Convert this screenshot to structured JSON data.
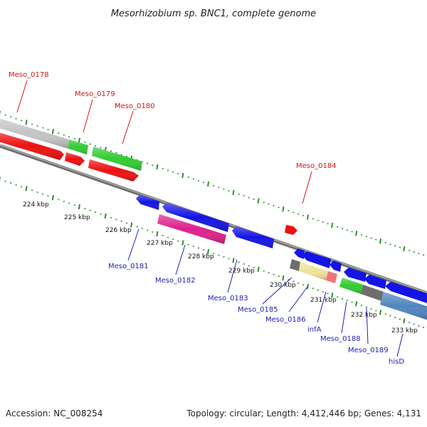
{
  "title": "Mesorhizobium sp. BNC1, complete genome",
  "footer": {
    "accession": "Accession: NC_008254",
    "topology": "Topology: circular; Length: 4,412,446 bp; Genes: 4,131"
  },
  "colors": {
    "backbone": "#808080",
    "tick_green": "#2f8f2f",
    "label_red": "#d21414",
    "label_blue": "#2020b0",
    "feature_grey": "#c4c4c4",
    "feature_green": "#33cc33",
    "feature_red": "#ee1111",
    "feature_blue": "#1414e6",
    "feature_magenta": "#e0208c",
    "feature_darkgrey": "#6e6e6e",
    "feature_yellow": "#efe29a",
    "feature_pink": "#ef7575",
    "feature_steel": "#4f86c0"
  },
  "kbp_labels": [
    "224 kbp",
    "225 kbp",
    "226 kbp",
    "227 kbp",
    "228 kbp",
    "229 kbp",
    "230 kbp",
    "231 kbp",
    "232 kbp",
    "233 kbp"
  ],
  "gene_labels_forward": [
    "Meso_0178",
    "Meso_0179",
    "Meso_0180",
    "Meso_0184"
  ],
  "gene_labels_reverse": [
    "Meso_0181",
    "Meso_0182",
    "Meso_0183",
    "Meso_0185",
    "Meso_0186",
    "infA",
    "Meso_0188",
    "Meso_0189",
    "hisD"
  ],
  "features": [
    {
      "name": "feature-grey-top",
      "color": "feature_grey"
    },
    {
      "name": "feature-green-meso-0179",
      "color": "feature_green"
    },
    {
      "name": "feature-green-meso-0180-top",
      "color": "feature_green"
    },
    {
      "name": "feature-red-meso-0178",
      "color": "feature_red"
    },
    {
      "name": "feature-red-meso-0179",
      "color": "feature_red"
    },
    {
      "name": "feature-red-meso-0180",
      "color": "feature_red"
    },
    {
      "name": "feature-red-meso-0184",
      "color": "feature_red"
    },
    {
      "name": "feature-blue-meso-0181",
      "color": "feature_blue"
    },
    {
      "name": "feature-blue-meso-0182",
      "color": "feature_blue"
    },
    {
      "name": "feature-magenta-meso-0182",
      "color": "feature_magenta"
    },
    {
      "name": "feature-blue-meso-0183",
      "color": "feature_blue"
    },
    {
      "name": "feature-blue-meso-0185",
      "color": "feature_blue"
    },
    {
      "name": "feature-blue-meso-0186",
      "color": "feature_blue"
    },
    {
      "name": "feature-blue-infa",
      "color": "feature_blue"
    },
    {
      "name": "feature-darkgrey-meso-0185",
      "color": "feature_darkgrey"
    },
    {
      "name": "feature-yellow-meso-0186",
      "color": "feature_yellow"
    },
    {
      "name": "feature-pink-infa",
      "color": "feature_pink"
    },
    {
      "name": "feature-blue-meso-0188",
      "color": "feature_blue"
    },
    {
      "name": "feature-blue-meso-0189",
      "color": "feature_blue"
    },
    {
      "name": "feature-blue-hisd",
      "color": "feature_blue"
    },
    {
      "name": "feature-green-meso-0188",
      "color": "feature_green"
    },
    {
      "name": "feature-darkgrey-meso-0189",
      "color": "feature_darkgrey"
    },
    {
      "name": "feature-steel-hisd",
      "color": "feature_steel"
    }
  ]
}
